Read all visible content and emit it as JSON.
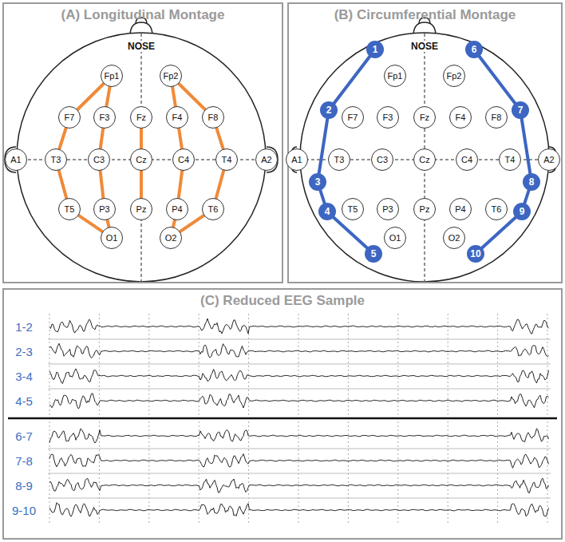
{
  "diagram": {
    "nodes": [
      {
        "text": [
          "(A) Longitudinal Montage"
        ]
      },
      {
        "text": [
          "Fp1"
        ],
        "in": 0
      },
      {
        "text": [
          "Fp2"
        ],
        "in": 0
      },
      {
        "text": [
          "F7"
        ],
        "in": 0
      },
      {
        "text": [
          "F3"
        ],
        "in": 0
      },
      {
        "text": [
          "Fz"
        ],
        "in": 0
      },
      {
        "text": [
          "F4"
        ],
        "in": 0
      },
      {
        "text": [
          "F8"
        ],
        "in": 0
      },
      {
        "text": [
          "A1"
        ],
        "in": 0
      },
      {
        "text": [
          "T3"
        ],
        "in": 0
      },
      {
        "text": [
          "C3"
        ],
        "in": 0
      },
      {
        "text": [
          "Cz"
        ],
        "in": 0
      },
      {
        "text": [
          "C4"
        ],
        "in": 0
      },
      {
        "text": [
          "T4"
        ],
        "in": 0
      },
      {
        "text": [
          "A2"
        ],
        "in": 0
      },
      {
        "text": [
          "T5"
        ],
        "in": 0
      },
      {
        "text": [
          "P3"
        ],
        "in": 0
      },
      {
        "text": [
          "Pz"
        ],
        "in": 0
      },
      {
        "text": [
          "P4"
        ],
        "in": 0
      },
      {
        "text": [
          "T6"
        ],
        "in": 0
      },
      {
        "text": [
          "O1"
        ],
        "in": 0
      },
      {
        "text": [
          "O2"
        ],
        "in": 0
      },
      {
        "text": [
          "(B) Circumferential Montage"
        ]
      },
      {
        "text": [
          "Fp1"
        ],
        "in": 22
      },
      {
        "text": [
          "Fp2"
        ],
        "in": 22
      },
      {
        "text": [
          "F7"
        ],
        "in": 22
      },
      {
        "text": [
          "F3"
        ],
        "in": 22
      },
      {
        "text": [
          "Fz"
        ],
        "in": 22
      },
      {
        "text": [
          "F4"
        ],
        "in": 22
      },
      {
        "text": [
          "F8"
        ],
        "in": 22
      },
      {
        "text": [
          "A1"
        ],
        "in": 22
      },
      {
        "text": [
          "T3"
        ],
        "in": 22
      },
      {
        "text": [
          "C3"
        ],
        "in": 22
      },
      {
        "text": [
          "Cz"
        ],
        "in": 22
      },
      {
        "text": [
          "C4"
        ],
        "in": 22
      },
      {
        "text": [
          "T4"
        ],
        "in": 22
      },
      {
        "text": [
          "A2"
        ],
        "in": 22
      },
      {
        "text": [
          "T5"
        ],
        "in": 22
      },
      {
        "text": [
          "P3"
        ],
        "in": 22
      },
      {
        "text": [
          "Pz"
        ],
        "in": 22
      },
      {
        "text": [
          "P4"
        ],
        "in": 22
      },
      {
        "text": [
          "T6"
        ],
        "in": 22
      },
      {
        "text": [
          "O1"
        ],
        "in": 22
      },
      {
        "text": [
          "O2"
        ],
        "in": 22
      },
      {
        "text": [
          "1"
        ],
        "in": 22
      },
      {
        "text": [
          "2"
        ],
        "in": 22
      },
      {
        "text": [
          "3"
        ],
        "in": 22
      },
      {
        "text": [
          "4"
        ],
        "in": 22
      },
      {
        "text": [
          "5"
        ],
        "in": 22
      },
      {
        "text": [
          "6"
        ],
        "in": 22
      },
      {
        "text": [
          "7"
        ],
        "in": 22
      },
      {
        "text": [
          "8"
        ],
        "in": 22
      },
      {
        "text": [
          "9"
        ],
        "in": 22
      },
      {
        "text": [
          "10"
        ],
        "in": 22
      },
      {
        "text": [
          "(C) Reduced EEG Sample"
        ]
      }
    ],
    "edges": [
      {
        "from": 1,
        "to": 3,
        "arrow": "none"
      },
      {
        "from": 3,
        "to": 9,
        "arrow": "none"
      },
      {
        "from": 9,
        "to": 15,
        "arrow": "none"
      },
      {
        "from": 15,
        "to": 20,
        "arrow": "none"
      },
      {
        "from": 1,
        "to": 4,
        "arrow": "none"
      },
      {
        "from": 4,
        "to": 10,
        "arrow": "none"
      },
      {
        "from": 10,
        "to": 16,
        "arrow": "none"
      },
      {
        "from": 16,
        "to": 20,
        "arrow": "none"
      },
      {
        "from": 5,
        "to": 11,
        "arrow": "none"
      },
      {
        "from": 11,
        "to": 17,
        "arrow": "none"
      },
      {
        "from": 2,
        "to": 6,
        "arrow": "none"
      },
      {
        "from": 6,
        "to": 12,
        "arrow": "none"
      },
      {
        "from": 12,
        "to": 18,
        "arrow": "none"
      },
      {
        "from": 18,
        "to": 21,
        "arrow": "none"
      },
      {
        "from": 2,
        "to": 7,
        "arrow": "none"
      },
      {
        "from": 7,
        "to": 13,
        "arrow": "none"
      },
      {
        "from": 13,
        "to": 19,
        "arrow": "none"
      },
      {
        "from": 19,
        "to": 21,
        "arrow": "none"
      },
      {
        "from": 44,
        "to": 45,
        "arrow": "none"
      },
      {
        "from": 45,
        "to": 46,
        "arrow": "none"
      },
      {
        "from": 46,
        "to": 47,
        "arrow": "none"
      },
      {
        "from": 47,
        "to": 48,
        "arrow": "none"
      },
      {
        "from": 49,
        "to": 50,
        "arrow": "none"
      },
      {
        "from": 50,
        "to": 51,
        "arrow": "none"
      },
      {
        "from": 51,
        "to": 52,
        "arrow": "none"
      },
      {
        "from": 52,
        "to": 53,
        "arrow": "none"
      }
    ],
    "labels": [
      "NOSE",
      "NOSE",
      "1-2",
      "2-3",
      "3-4",
      "4-5",
      "6-7",
      "7-8",
      "8-9",
      "9-10"
    ]
  }
}
